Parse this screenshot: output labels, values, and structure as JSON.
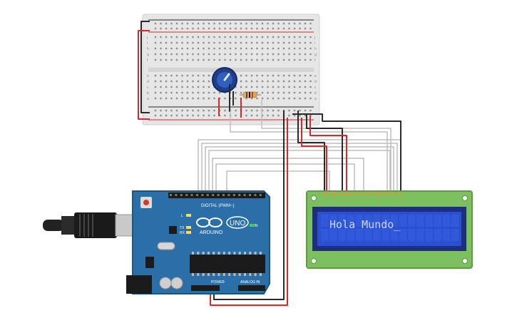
{
  "lcd": {
    "message": "Hola Mundo_",
    "bezel_color": "#7bbf5e",
    "screen_color": "#2b4fd1",
    "text_color": "#cfd6ff"
  },
  "arduino": {
    "logo": "ARDUINO",
    "model": "UNO",
    "on_label": "ON",
    "digital_label": "DIGITAL (PWM~)",
    "power_label": "POWER",
    "analog_label": "ANALOG IN",
    "tx_label": "TX",
    "rx_label": "RX",
    "l_label": "L",
    "board_color": "#2a6fa8"
  },
  "breadboard": {
    "color": "#e6e6e6",
    "rail_red": "#d62b2b",
    "rail_black": "#222222",
    "row_letters_top": [
      "j",
      "i",
      "h",
      "g",
      "f"
    ],
    "row_letters_bottom": [
      "e",
      "d",
      "c",
      "b",
      "a"
    ]
  },
  "components": {
    "potentiometer": "potentiometer-icon",
    "resistor": "resistor-icon",
    "usb_cable": "usb-cable-icon"
  },
  "wire_colors": {
    "red": "#d42a2a",
    "black": "#2a2a2a",
    "gray": "#bdbdbd"
  }
}
